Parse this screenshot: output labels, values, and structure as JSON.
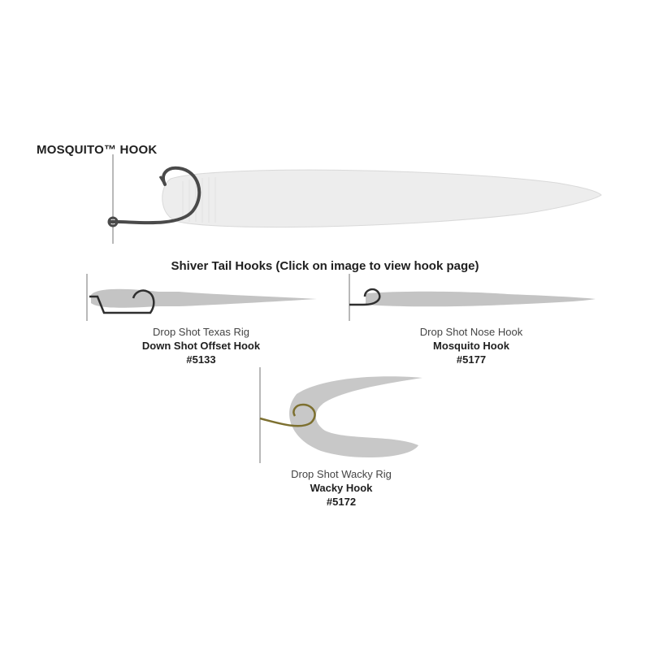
{
  "header": {
    "title": "MOSQUITO™ HOOK"
  },
  "section": {
    "title": "Shiver Tail Hooks (Click on image to view hook page)"
  },
  "hooks": [
    {
      "rig": "Drop Shot Texas Rig",
      "name": "Down Shot Offset Hook",
      "number": "#5133",
      "icon": "offset-hook"
    },
    {
      "rig": "Drop Shot Nose Hook",
      "name": "Mosquito Hook",
      "number": "#5177",
      "icon": "mosquito-hook"
    },
    {
      "rig": "Drop Shot Wacky Rig",
      "name": "Wacky Hook",
      "number": "#5172",
      "icon": "wacky-hook"
    }
  ],
  "colors": {
    "worm": "#ececec",
    "bait": "#c4c4c4",
    "hook": "#4a4a4a",
    "gold_hook": "#8a7a30"
  }
}
